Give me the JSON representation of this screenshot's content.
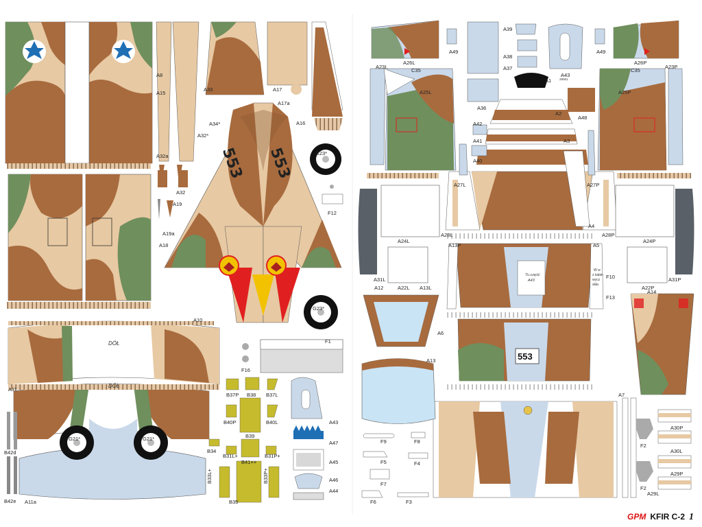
{
  "footer": {
    "brand": "GPM",
    "model": "KFIR C-2",
    "page": "1"
  },
  "labels": {
    "A8": "A8",
    "A15": "A15",
    "A33": "A33",
    "A17": "A17",
    "A17a": "A17a",
    "A16": "A16",
    "A34": "A34*",
    "A32x": "A32*",
    "A32a": "A32a",
    "A32": "A32",
    "A19": "A19",
    "A19a": "A19a",
    "A18": "A18",
    "F12": "F12",
    "G23a": "G23*",
    "G23b": "G23*",
    "A10": "A10",
    "A11": "A11",
    "A11a": "A11a",
    "G21a": "G21*",
    "G21b": "G21*",
    "B42d": "B42d",
    "B42e": "B42e",
    "F1": "F1",
    "F16": "F16",
    "B37P": "B37P",
    "B38": "B38",
    "B37L": "B37L",
    "B40P": "B40P",
    "B39": "B39",
    "B40L": "B40L",
    "B34": "B34",
    "B31L": "B31L+",
    "B41": "B41++",
    "B31P": "B31P+",
    "B33L": "B33L+",
    "B33P": "B33P+",
    "B35": "B35",
    "A43b": "A43",
    "A47": "A47",
    "A45": "A45",
    "A46": "A46",
    "A44": "A44",
    "A49a": "A49",
    "A39": "A39",
    "A38": "A38",
    "A37": "A37",
    "A43": "A43",
    "A49b": "A49",
    "A26L": "A26L",
    "A23L": "A23L",
    "C35a": "C35",
    "A25L": "A25L",
    "A36": "A36",
    "A1": "A1",
    "A26P": "A26P",
    "A23P": "A23P",
    "C35b": "C35",
    "A25P": "A25P",
    "A42": "A42",
    "A41": "A41",
    "A40": "A40",
    "A2": "A2",
    "A3": "A3",
    "A48": "A48",
    "A27L": "A27L",
    "A27P": "A27P",
    "A4": "A4",
    "A24L": "A24L",
    "A28L": "A28L",
    "A28P": "A28P",
    "A24P": "A24P",
    "A13P": "A13P",
    "A5": "A5",
    "A31L": "A31L",
    "A22L": "A22L",
    "A13L": "A13L",
    "F10": "F10",
    "F13": "F13",
    "A22P": "A22P",
    "A31P": "A31P",
    "A12": "A12",
    "A14": "A14",
    "A6": "A6",
    "A13": "A13",
    "A7": "A7",
    "F9": "F9",
    "F8": "F8",
    "F5": "F5",
    "F4": "F4",
    "F7": "F7",
    "F6": "F6",
    "F3": "F3",
    "F2a": "F2",
    "F2b": "F2",
    "A30P": "A30P",
    "A30L": "A30L",
    "A29P": "A29P",
    "A29L": "A29L"
  },
  "texts": {
    "dol1": "DÓŁ",
    "dol2": "DÓŁ",
    "serial": "553",
    "tu1": "Tu część",
    "tu2": "A43",
    "code": "28061",
    "ww1": "W w",
    "ww2": "z kabin",
    "ww3": "wycz",
    "ww4": "skła"
  },
  "colors": {
    "brown": "#a86b3e",
    "sand": "#e7c9a3",
    "green": "#6f8f5d",
    "blue_grey": "#c9d9ea",
    "star_blue": "#1f6fb5",
    "red": "#e02020",
    "yellow": "#f2c200",
    "olive": "#c6bb2d",
    "dark_grey": "#5a6068"
  }
}
